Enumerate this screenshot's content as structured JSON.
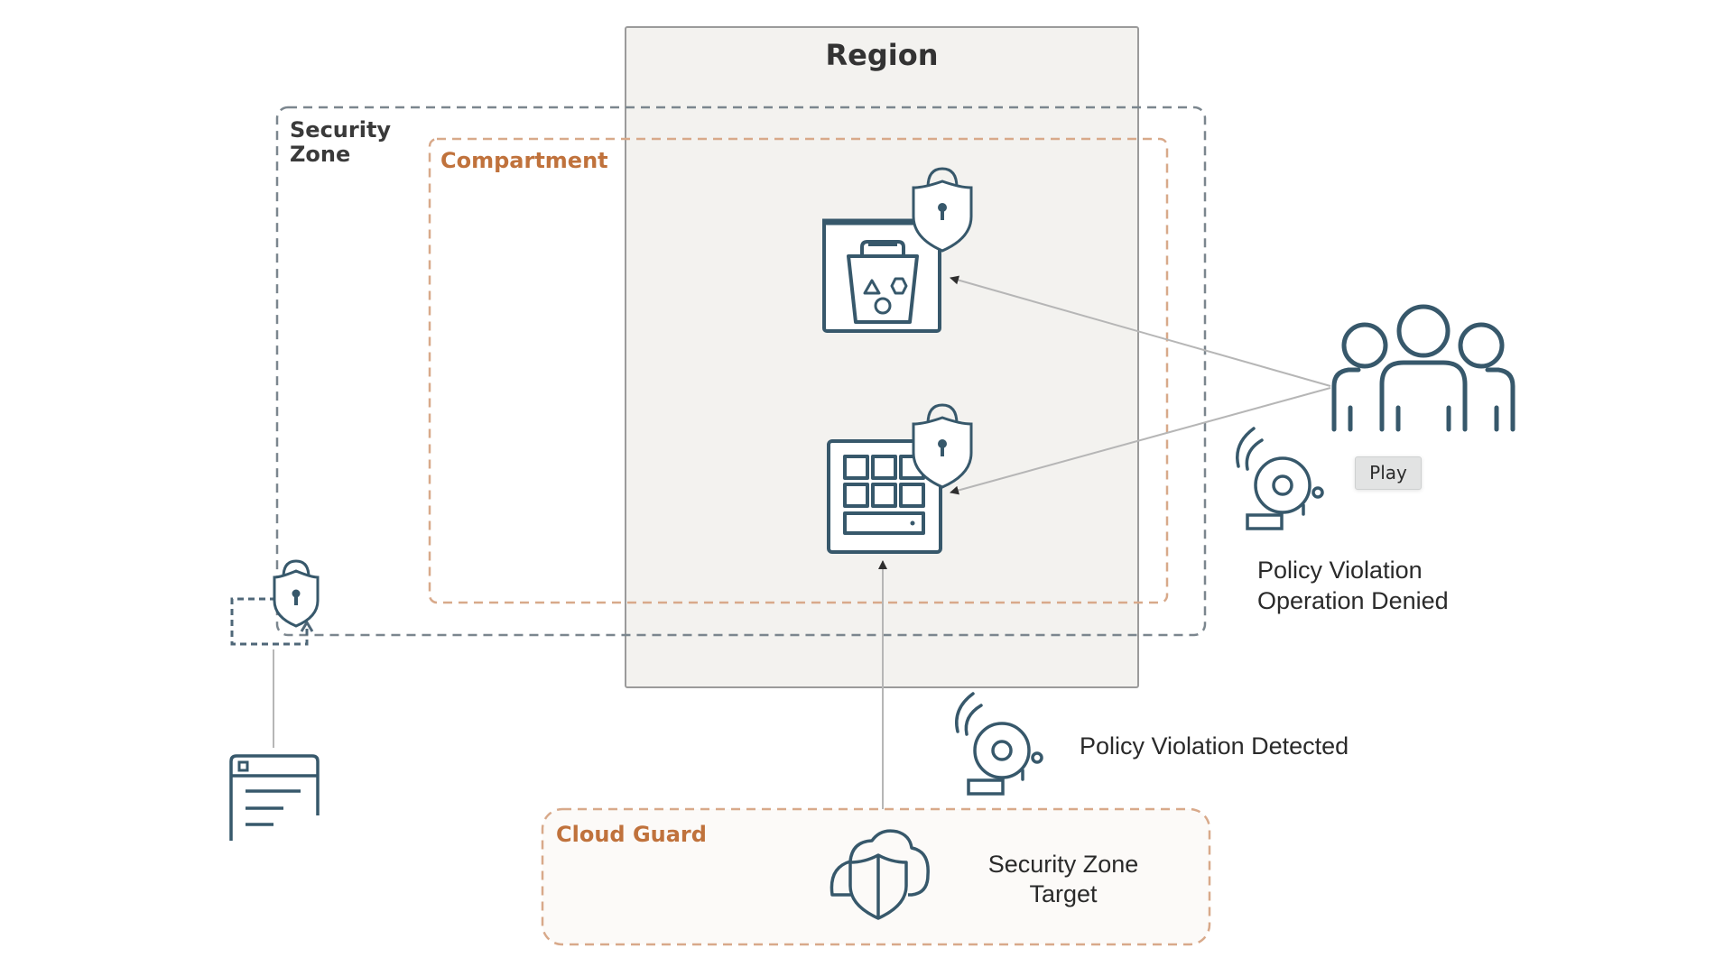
{
  "diagram": {
    "title": "Region",
    "security_zone_label": [
      "Security",
      "Zone"
    ],
    "compartment_label": "Compartment",
    "cloud_guard_label": "Cloud Guard",
    "security_zone_target_label": [
      "Security Zone",
      "Target"
    ],
    "policy_violation_denied_label": [
      "Policy Violation",
      "Operation Denied"
    ],
    "policy_violation_detected_label": "Policy Violation Detected",
    "icons": {
      "bucket": "storage-bucket-icon",
      "compute": "compute-instance-icon",
      "lock": "shield-lock-icon",
      "users": "users-group-icon",
      "alarm": "alarm-bell-icon",
      "cloud_guard": "cloud-shield-icon",
      "policy": "policy-document-icon"
    },
    "colors": {
      "icon_stroke": "#37586b",
      "region_fill": "#f3f2ef",
      "region_border": "#9b9b9b",
      "security_zone_dash": "#7b868e",
      "compartment_dash": "#d8a98a",
      "orange_label": "#c0723c",
      "dark_label": "#3a3a3a",
      "connector": "#b6b6b6",
      "cloud_guard_fill": "#fcfaf8"
    }
  },
  "controls": {
    "play_label": "Play"
  }
}
